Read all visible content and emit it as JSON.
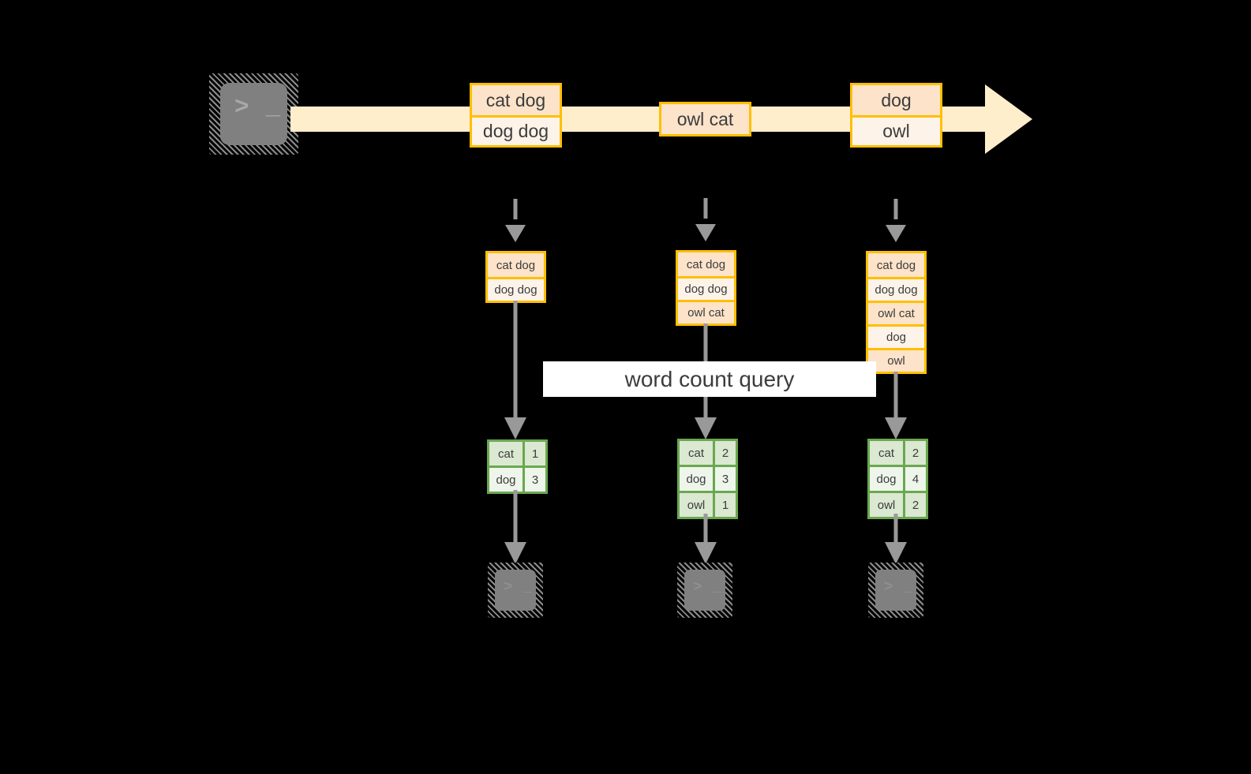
{
  "diagram": {
    "title": "streaming word count pipeline",
    "colors": {
      "record_border": "#ffbf00",
      "record_fill_dark": "#fce3ca",
      "record_fill_light": "#fdf3e9",
      "stream_band": "#ffeecc",
      "count_border": "#6aa84f",
      "count_fill_dark": "#dbe8d2",
      "count_fill_light": "#eef5eb",
      "arrow_gray": "#999999",
      "terminal_gray": "#808080",
      "label_bg": "#ffffff",
      "background": "#000000"
    },
    "source_terminal": {
      "icon": "terminal-prompt-icon",
      "glyph": "> _"
    },
    "stream": {
      "arrow_name": "unbounded-input-stream-arrow",
      "direction": "left-to-right",
      "batches": [
        {
          "id": "batch-1",
          "lines": [
            {
              "text": "cat dog",
              "shade": "dark"
            },
            {
              "text": "dog dog",
              "shade": "light"
            }
          ]
        },
        {
          "id": "batch-2",
          "lines": [
            {
              "text": "owl cat",
              "shade": "dark"
            }
          ]
        },
        {
          "id": "batch-3",
          "lines": [
            {
              "text": "dog",
              "shade": "dark"
            },
            {
              "text": "owl",
              "shade": "light"
            }
          ]
        }
      ]
    },
    "snapshots": [
      {
        "id": "snapshot-1",
        "lines": [
          {
            "text": "cat dog",
            "shade": "dark"
          },
          {
            "text": "dog dog",
            "shade": "light"
          }
        ]
      },
      {
        "id": "snapshot-2",
        "lines": [
          {
            "text": "cat dog",
            "shade": "dark"
          },
          {
            "text": "dog dog",
            "shade": "light"
          },
          {
            "text": "owl cat",
            "shade": "dark"
          }
        ]
      },
      {
        "id": "snapshot-3",
        "lines": [
          {
            "text": "cat dog",
            "shade": "dark"
          },
          {
            "text": "dog dog",
            "shade": "light"
          },
          {
            "text": "owl cat",
            "shade": "dark"
          },
          {
            "text": "dog",
            "shade": "light"
          },
          {
            "text": "owl",
            "shade": "dark"
          }
        ]
      }
    ],
    "query": {
      "label": "word count query"
    },
    "results": [
      {
        "id": "result-1",
        "rows": [
          {
            "word": "cat",
            "count": "1",
            "shade": "dark"
          },
          {
            "word": "dog",
            "count": "3",
            "shade": "light"
          }
        ]
      },
      {
        "id": "result-2",
        "rows": [
          {
            "word": "cat",
            "count": "2",
            "shade": "dark"
          },
          {
            "word": "dog",
            "count": "3",
            "shade": "light"
          },
          {
            "word": "owl",
            "count": "1",
            "shade": "dark"
          }
        ]
      },
      {
        "id": "result-3",
        "rows": [
          {
            "word": "cat",
            "count": "2",
            "shade": "dark"
          },
          {
            "word": "dog",
            "count": "4",
            "shade": "light"
          },
          {
            "word": "owl",
            "count": "2",
            "shade": "dark"
          }
        ]
      }
    ],
    "sink_terminals": [
      {
        "id": "sink-1",
        "glyph": "> _"
      },
      {
        "id": "sink-2",
        "glyph": "> _"
      },
      {
        "id": "sink-3",
        "glyph": "> _"
      }
    ]
  }
}
